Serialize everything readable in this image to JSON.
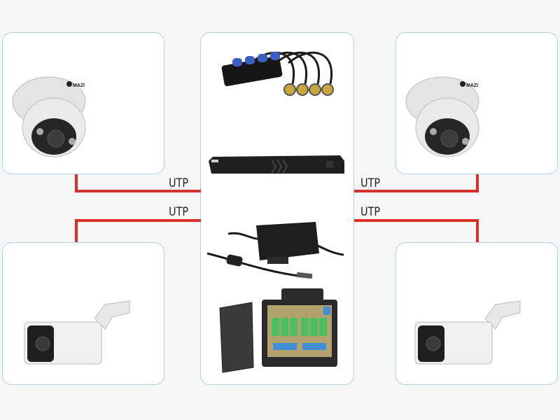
{
  "diagram": {
    "title": "4-camera UTP CCTV kit",
    "connection_labels": [
      "UTP",
      "UTP",
      "UTP",
      "UTP"
    ],
    "camera_brand_logo": "MAZI",
    "colors": {
      "wire": "#d8312c",
      "box_border": "#a9d3df",
      "balun_accent": "#3b5fc0"
    }
  }
}
